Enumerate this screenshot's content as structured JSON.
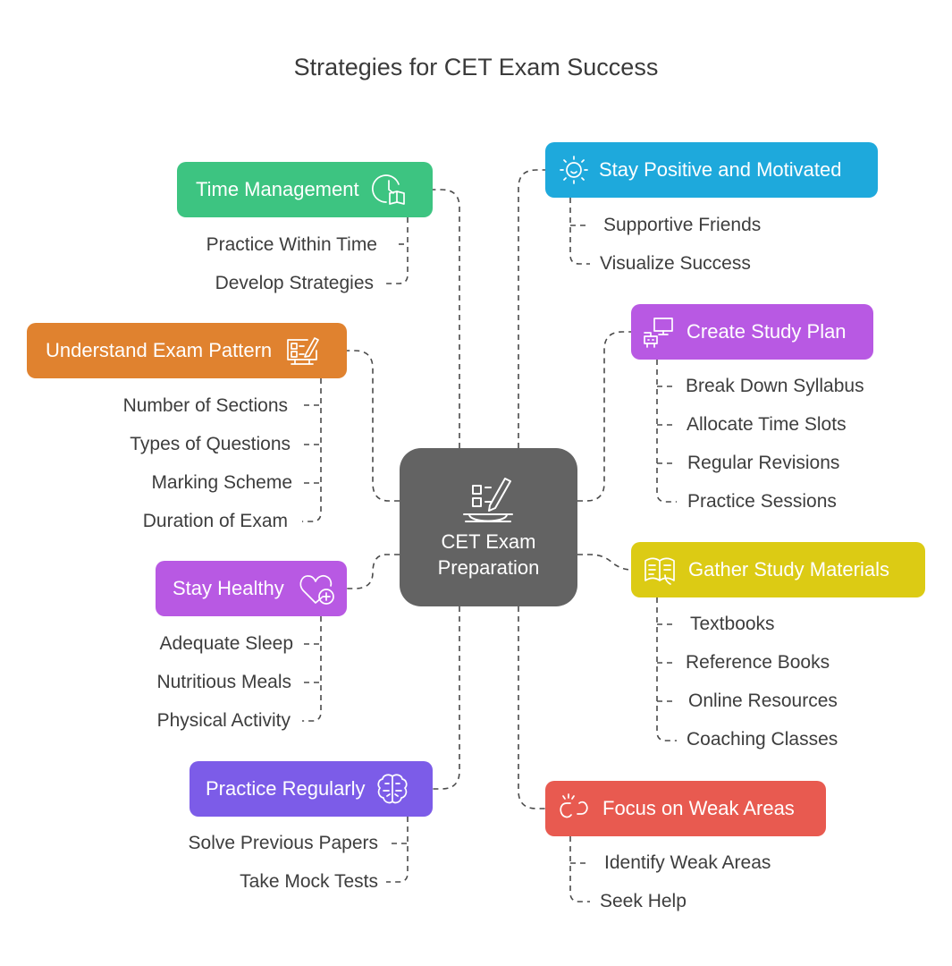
{
  "title": "Strategies for CET Exam Success",
  "center": {
    "line1": "CET Exam",
    "line2": "Preparation",
    "icon": "study-desk-icon",
    "color": "#636363"
  },
  "branches": {
    "time_management": {
      "label": "Time Management",
      "icon": "clock-book-icon",
      "color": "#3dc481",
      "items": [
        "Practice Within Time",
        "Develop Strategies"
      ]
    },
    "exam_pattern": {
      "label": "Understand Exam Pattern",
      "icon": "checklist-pen-icon",
      "color": "#e0822f",
      "items": [
        "Number of Sections",
        "Types of Questions",
        "Marking Scheme",
        "Duration of Exam"
      ]
    },
    "stay_healthy": {
      "label": "Stay Healthy",
      "icon": "heart-plus-icon",
      "color": "#b859e3",
      "items": [
        "Adequate Sleep",
        "Nutritious Meals",
        "Physical Activity"
      ]
    },
    "practice": {
      "label": "Practice Regularly",
      "icon": "brain-icon",
      "color": "#7c5ce8",
      "items": [
        "Solve Previous Papers",
        "Take Mock Tests"
      ]
    },
    "positive": {
      "label": "Stay Positive and Motivated",
      "icon": "sun-smile-icon",
      "color": "#1ea9dc",
      "items": [
        "Supportive Friends",
        "Visualize Success"
      ]
    },
    "study_plan": {
      "label": "Create Study Plan",
      "icon": "computer-desk-icon",
      "color": "#b859e3",
      "items": [
        "Break Down Syllabus",
        "Allocate Time Slots",
        "Regular Revisions",
        "Practice Sessions"
      ]
    },
    "materials": {
      "label": "Gather Study Materials",
      "icon": "open-book-icon",
      "color": "#dccb14",
      "items": [
        "Textbooks",
        "Reference Books",
        "Online Resources",
        "Coaching Classes"
      ]
    },
    "weak_areas": {
      "label": "Focus on Weak Areas",
      "icon": "broken-link-icon",
      "color": "#e85a50",
      "items": [
        "Identify Weak Areas",
        "Seek Help"
      ]
    }
  }
}
